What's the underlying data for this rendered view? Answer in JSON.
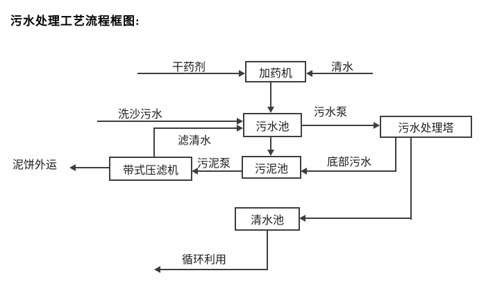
{
  "title": "污水处理工艺流程框图:",
  "nodes": {
    "dosing_machine": {
      "label": "加药机"
    },
    "sewage_pool": {
      "label": "污水池"
    },
    "treatment_tower": {
      "label": "污水处理塔"
    },
    "sludge_pool": {
      "label": "污泥池"
    },
    "belt_filter_press": {
      "label": "带式压滤机"
    },
    "clear_water_pool": {
      "label": "清水池"
    }
  },
  "flow_labels": {
    "dry_chemical": "干药剂",
    "clear_water": "清水",
    "sand_washing_sewage": "洗沙污水",
    "sewage_pump": "污水泵",
    "filtered_water": "滤清水",
    "sludge_pump": "污泥泵",
    "bottom_sewage": "底部污水",
    "mud_cake_out": "泥饼外运",
    "recycling": "循环利用"
  },
  "edges": [
    {
      "from": "external",
      "to": "dosing_machine",
      "label": "干药剂"
    },
    {
      "from": "external",
      "to": "dosing_machine",
      "label": "清水"
    },
    {
      "from": "dosing_machine",
      "to": "sewage_pool",
      "label": ""
    },
    {
      "from": "external",
      "to": "sewage_pool",
      "label": "洗沙污水"
    },
    {
      "from": "belt_filter_press",
      "to": "sewage_pool",
      "label": "滤清水"
    },
    {
      "from": "sewage_pool",
      "to": "treatment_tower",
      "label": "污水泵"
    },
    {
      "from": "sewage_pool",
      "to": "sludge_pool",
      "label": ""
    },
    {
      "from": "treatment_tower",
      "to": "sludge_pool",
      "label": "底部污水"
    },
    {
      "from": "sludge_pool",
      "to": "belt_filter_press",
      "label": "污泥泵"
    },
    {
      "from": "belt_filter_press",
      "to": "external",
      "label": "泥饼外运"
    },
    {
      "from": "treatment_tower",
      "to": "clear_water_pool",
      "label": ""
    },
    {
      "from": "clear_water_pool",
      "to": "external",
      "label": "循环利用"
    }
  ],
  "colors": {
    "background": "#ffffff",
    "line": "#3d3d3d",
    "text": "#1a1a1a",
    "title_text": "#000000"
  }
}
